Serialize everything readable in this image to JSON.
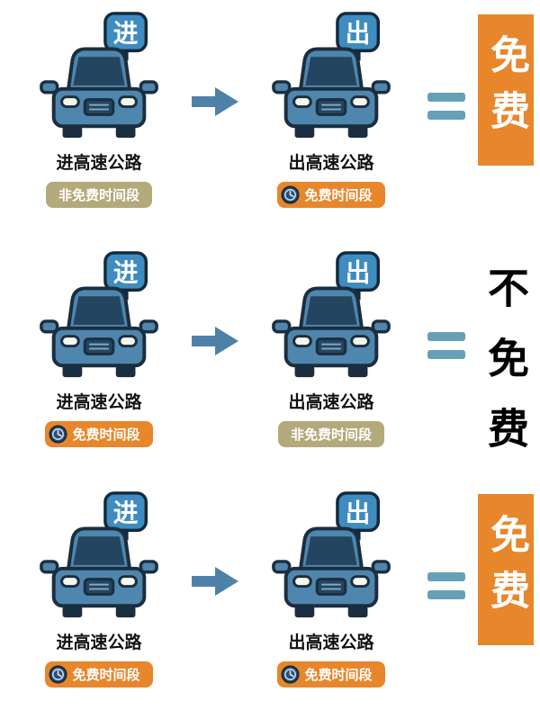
{
  "colors": {
    "orange": "#E8862C",
    "khaki": "#B3A97A",
    "car_blue": "#4E86AD",
    "dark_navy": "#1B2E3F",
    "sign_blue": "#3E8CC0",
    "arrow_blue": "#4E81A8",
    "equals_teal": "#66A0B6"
  },
  "icons": {
    "clock": "clock-icon",
    "arrow": "right-arrow-icon",
    "equals": "equals-icon",
    "car": "car-front-icon"
  },
  "rows": [
    {
      "enter": {
        "sign": "进",
        "label": "进高速公路",
        "badge": "非免费时间段",
        "badge_type": "nonfree"
      },
      "exit": {
        "sign": "出",
        "label": "出高速公路",
        "badge": "免费时间段",
        "badge_type": "free"
      },
      "result": "免费",
      "result_type": "free"
    },
    {
      "enter": {
        "sign": "进",
        "label": "进高速公路",
        "badge": "免费时间段",
        "badge_type": "free"
      },
      "exit": {
        "sign": "出",
        "label": "出高速公路",
        "badge": "非免费时间段",
        "badge_type": "nonfree"
      },
      "result": "不免费",
      "result_type": "notfree"
    },
    {
      "enter": {
        "sign": "进",
        "label": "进高速公路",
        "badge": "免费时间段",
        "badge_type": "free"
      },
      "exit": {
        "sign": "出",
        "label": "出高速公路",
        "badge": "免费时间段",
        "badge_type": "free"
      },
      "result": "免费",
      "result_type": "free"
    }
  ]
}
